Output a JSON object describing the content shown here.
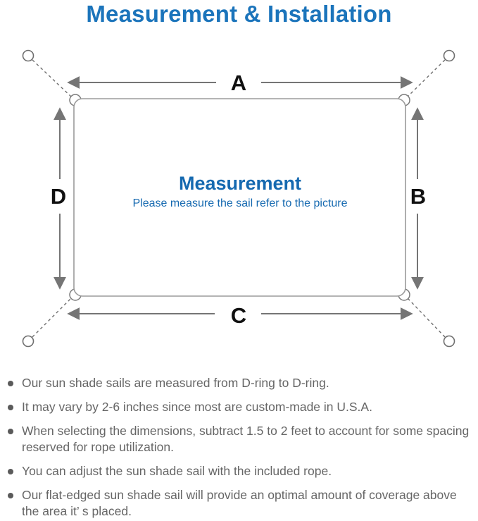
{
  "title": "Measurement & Installation",
  "diagram": {
    "labels": {
      "top": "A",
      "right": "B",
      "bottom": "C",
      "left": "D"
    },
    "center_title": "Measurement",
    "center_subtitle": "Please measure the sail refer to the picture"
  },
  "bullets": [
    "Our sun shade sails are measured from D-ring to D-ring.",
    "It may vary by 2-6 inches since most are custom-made in U.S.A.",
    "When selecting the dimensions, subtract 1.5 to 2 feet to account for some spacing reserved for rope utilization.",
    "You can adjust the sun shade sail with the included rope.",
    "Our flat-edged sun shade sail will provide an optimal amount of coverage above the area it’ s placed."
  ],
  "colors": {
    "title_blue": "#1b74bb",
    "center_blue": "#1569b0",
    "line_gray": "#757575",
    "rect_gray": "#9b9b9b",
    "text_gray": "#666666",
    "letter_black": "#111111"
  }
}
